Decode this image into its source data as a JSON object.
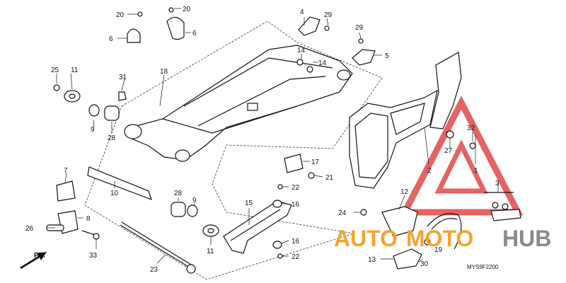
{
  "diagram": {
    "drawing_code": "MYS9F2200",
    "direction_label": "FR.",
    "watermark": {
      "part1": "AUTO",
      "part2": "MOTO",
      "part3": "HUB"
    },
    "callouts": [
      {
        "id": "c20a",
        "label": "20"
      },
      {
        "id": "c20b",
        "label": "20"
      },
      {
        "id": "c6a",
        "label": "6"
      },
      {
        "id": "c6b",
        "label": "6"
      },
      {
        "id": "c4",
        "label": "4"
      },
      {
        "id": "c29a",
        "label": "29"
      },
      {
        "id": "c29b",
        "label": "29"
      },
      {
        "id": "c14a",
        "label": "14"
      },
      {
        "id": "c14b",
        "label": "14"
      },
      {
        "id": "c5",
        "label": "5"
      },
      {
        "id": "c25",
        "label": "25"
      },
      {
        "id": "c11a",
        "label": "11"
      },
      {
        "id": "c31",
        "label": "31"
      },
      {
        "id": "c18",
        "label": "18"
      },
      {
        "id": "c9a",
        "label": "9"
      },
      {
        "id": "c28a",
        "label": "28"
      },
      {
        "id": "c7",
        "label": "7"
      },
      {
        "id": "c10",
        "label": "10"
      },
      {
        "id": "c8",
        "label": "8"
      },
      {
        "id": "c26",
        "label": "26"
      },
      {
        "id": "c33",
        "label": "33"
      },
      {
        "id": "c28b",
        "label": "28"
      },
      {
        "id": "c9b",
        "label": "9"
      },
      {
        "id": "c11b",
        "label": "11"
      },
      {
        "id": "c23",
        "label": "23"
      },
      {
        "id": "c17",
        "label": "17"
      },
      {
        "id": "c21",
        "label": "21"
      },
      {
        "id": "c22a",
        "label": "22"
      },
      {
        "id": "c15",
        "label": "15"
      },
      {
        "id": "c16a",
        "label": "16"
      },
      {
        "id": "c16b",
        "label": "16"
      },
      {
        "id": "c22b",
        "label": "22"
      },
      {
        "id": "c32",
        "label": "32"
      },
      {
        "id": "c27",
        "label": "27"
      },
      {
        "id": "c2",
        "label": "2"
      },
      {
        "id": "c1",
        "label": "1"
      },
      {
        "id": "c3",
        "label": "3"
      },
      {
        "id": "c12",
        "label": "12"
      },
      {
        "id": "c24",
        "label": "24"
      },
      {
        "id": "c19",
        "label": "19"
      },
      {
        "id": "c13",
        "label": "13"
      },
      {
        "id": "c30",
        "label": "30"
      }
    ]
  }
}
